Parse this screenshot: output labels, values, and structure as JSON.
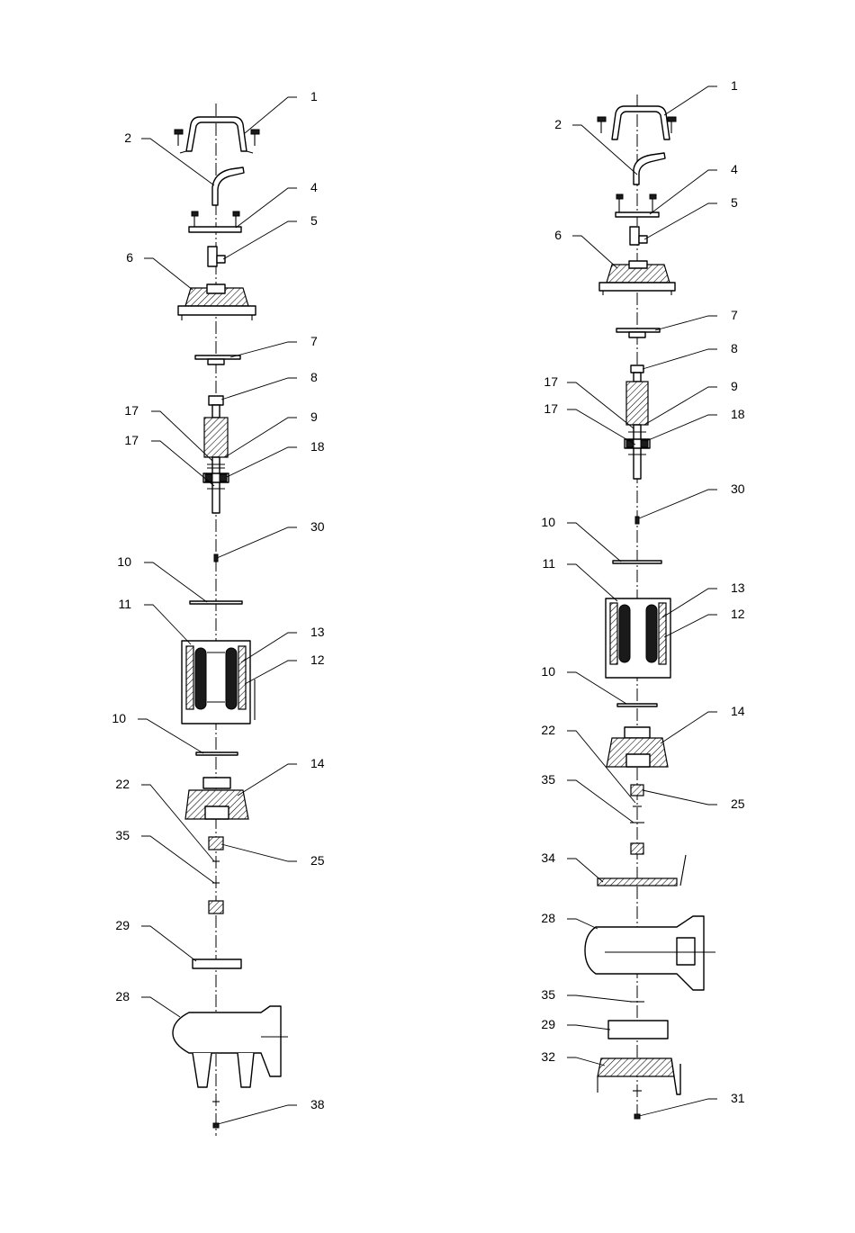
{
  "left_assembly": {
    "callouts": [
      "1",
      "2",
      "4",
      "5",
      "6",
      "7",
      "8",
      "17",
      "9",
      "17",
      "18",
      "30",
      "10",
      "11",
      "13",
      "12",
      "10",
      "14",
      "22",
      "35",
      "25",
      "29",
      "28",
      "38"
    ]
  },
  "right_assembly": {
    "callouts": [
      "1",
      "2",
      "4",
      "5",
      "6",
      "7",
      "8",
      "17",
      "9",
      "17",
      "18",
      "30",
      "10",
      "11",
      "13",
      "12",
      "10",
      "14",
      "22",
      "35",
      "25",
      "34",
      "28",
      "35",
      "29",
      "32",
      "31"
    ]
  }
}
